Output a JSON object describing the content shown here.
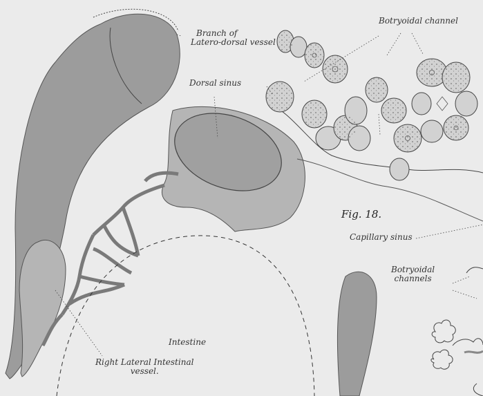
{
  "figure_label": "Fig. 18.",
  "labels": {
    "branch_line1": "Branch of",
    "branch_line2": "Latero-dorsal vessel",
    "botryoidal_channel": "Botryoidal channel",
    "dorsal_sinus": "Dorsal sinus",
    "capillary_sinus": "Capillary sinus",
    "botryoidal_channels_line1": "Botryoidal",
    "botryoidal_channels_line2": "channels",
    "intestine": "Intestine",
    "right_lateral_line1": "Right Lateral Intestinal",
    "right_lateral_line2": "vessel."
  },
  "colors": {
    "background": "#ebebeb",
    "vessel_fill": "#9c9c9c",
    "sinus_fill": "#b5b5b5",
    "cell_fill": "#d2d2d2",
    "ink": "#333333"
  }
}
